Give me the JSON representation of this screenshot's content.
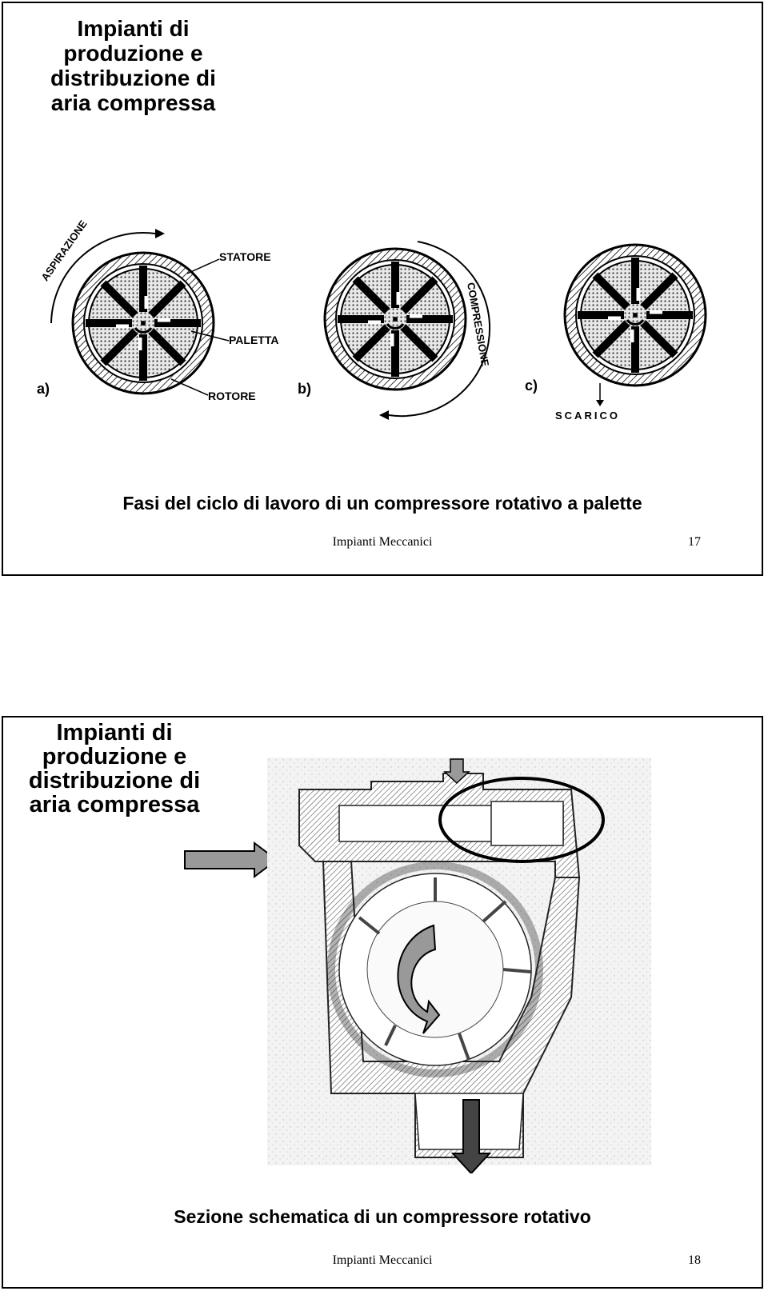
{
  "slides": [
    {
      "title": "Impianti di produzione e distribuzione di aria compressa",
      "figure_labels": {
        "aspirazione": "ASPIRAZIONE",
        "statore": "STATORE",
        "paletta": "PALETTA",
        "rotore": "ROTORE",
        "a": "a)",
        "b": "b)",
        "c": "c)",
        "compressione": "COMPRESSIONE",
        "scarico": "SCARICO"
      },
      "caption": "Fasi del ciclo di lavoro di un compressore rotativo a palette",
      "footer": "Impianti Meccanici",
      "page_number": "17"
    },
    {
      "title": "Impianti di produzione e distribuzione di aria compressa",
      "caption": "Sezione schematica di un compressore rotativo",
      "footer": "Impianti Meccanici",
      "page_number": "18"
    }
  ]
}
